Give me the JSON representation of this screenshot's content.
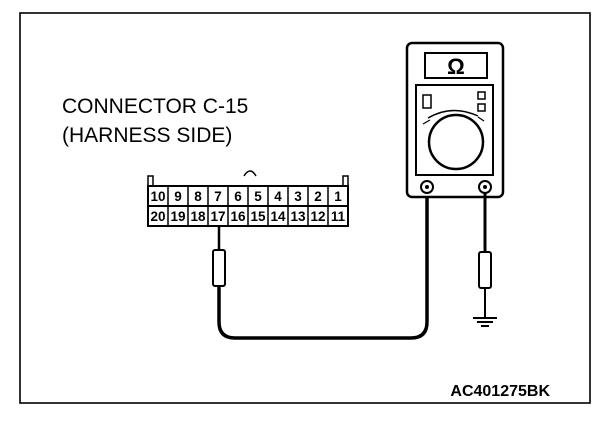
{
  "connector": {
    "title_line1": "CONNECTOR C-15",
    "title_line2": "(HARNESS SIDE)",
    "pins_top": [
      "10",
      "9",
      "8",
      "7",
      "6",
      "5",
      "4",
      "3",
      "2",
      "1"
    ],
    "pins_bottom": [
      "20",
      "19",
      "18",
      "17",
      "16",
      "15",
      "14",
      "13",
      "12",
      "11"
    ]
  },
  "meter": {
    "display_symbol": "Ω"
  },
  "figure": {
    "code": "AC401275BK"
  }
}
